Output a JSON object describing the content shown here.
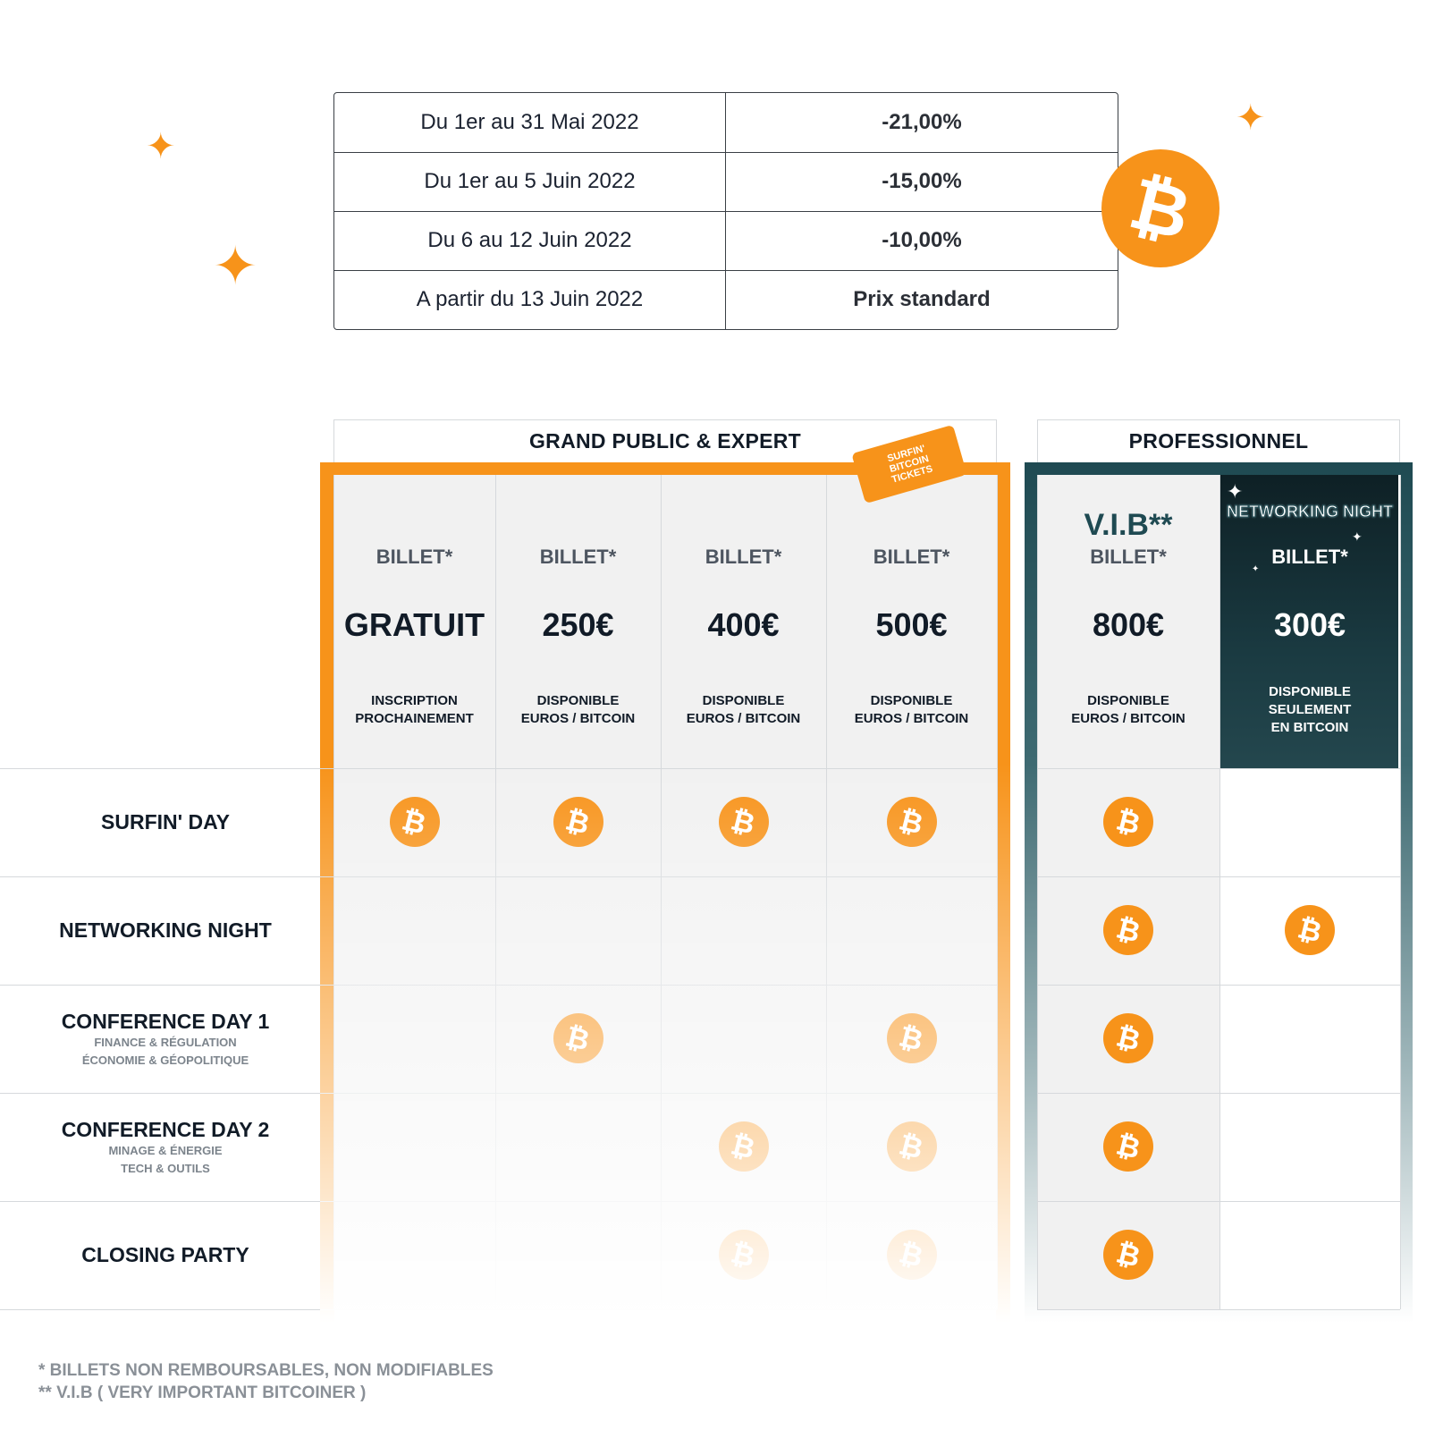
{
  "discounts": [
    {
      "period": "Du 1er au 31 Mai 2022",
      "value": "-21,00%"
    },
    {
      "period": "Du 1er au 5 Juin 2022",
      "value": "-15,00%"
    },
    {
      "period": "Du 6 au 12 Juin 2022",
      "value": "-10,00%"
    },
    {
      "period": "A partir du 13 Juin 2022",
      "value": "Prix standard"
    }
  ],
  "groups": {
    "grand_public": "GRAND PUBLIC & EXPERT",
    "professionnel": "PROFESSIONNEL"
  },
  "ticket_badge": [
    "SURFIN'",
    "BITCOIN",
    "TICKETS"
  ],
  "tickets": [
    {
      "title": "",
      "label": "BILLET*",
      "price": "GRATUIT",
      "availability": [
        "INSCRIPTION",
        "PROCHAINEMENT"
      ]
    },
    {
      "title": "",
      "label": "BILLET*",
      "price": "250€",
      "availability": [
        "DISPONIBLE",
        "EUROS / BITCOIN"
      ]
    },
    {
      "title": "",
      "label": "BILLET*",
      "price": "400€",
      "availability": [
        "DISPONIBLE",
        "EUROS / BITCOIN"
      ]
    },
    {
      "title": "",
      "label": "BILLET*",
      "price": "500€",
      "availability": [
        "DISPONIBLE",
        "EUROS / BITCOIN"
      ]
    },
    {
      "title": "V.I.B**",
      "label": "BILLET*",
      "price": "800€",
      "availability": [
        "DISPONIBLE",
        "EUROS / BITCOIN"
      ]
    },
    {
      "title": "NETWORKING NIGHT",
      "label": "BILLET*",
      "price": "300€",
      "availability": [
        "DISPONIBLE",
        "SEULEMENT",
        "EN BITCOIN"
      ]
    }
  ],
  "rows": [
    {
      "title": "SURFIN' DAY",
      "details": [],
      "included": [
        true,
        true,
        true,
        true,
        true,
        false
      ]
    },
    {
      "title": "NETWORKING NIGHT",
      "details": [],
      "included": [
        false,
        false,
        false,
        false,
        true,
        true
      ]
    },
    {
      "title": "CONFERENCE DAY 1",
      "details": [
        "FINANCE & RÉGULATION",
        "ÉCONOMIE & GÉOPOLITIQUE"
      ],
      "included": [
        false,
        true,
        false,
        true,
        true,
        false
      ]
    },
    {
      "title": "CONFERENCE DAY 2",
      "details": [
        "MINAGE & ÉNERGIE",
        "TECH & OUTILS"
      ],
      "included": [
        false,
        false,
        true,
        true,
        true,
        false
      ]
    },
    {
      "title": "CLOSING PARTY",
      "details": [],
      "included": [
        false,
        false,
        true,
        true,
        true,
        false
      ]
    }
  ],
  "footnotes": [
    "* BILLETS NON REMBOURSABLES, NON MODIFIABLES",
    "** V.I.B ( VERY IMPORTANT BITCOINER )"
  ],
  "colors": {
    "accent": "#f7931a",
    "dark": "#1f4a52",
    "text": "#111b27"
  },
  "icons": {
    "included": "bitcoin-icon",
    "decoration": "sparkle-icon"
  }
}
